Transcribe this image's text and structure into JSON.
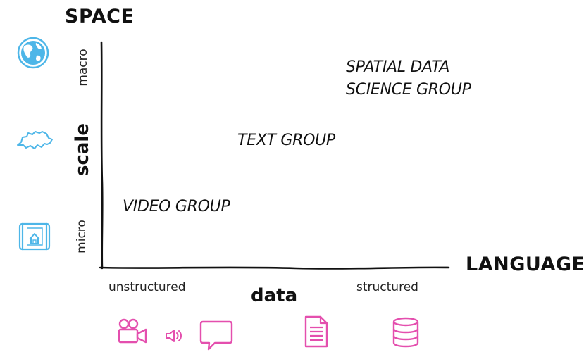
{
  "diagram": {
    "top_label": "SPACE",
    "right_label": "LANGUAGE",
    "y_axis": {
      "title": "scale",
      "low": "micro",
      "high": "macro"
    },
    "x_axis": {
      "title": "data",
      "low": "unstructured",
      "high": "structured"
    },
    "groups": [
      {
        "line1": "SPATIAL DATA",
        "line2": "SCIENCE GROUP"
      },
      {
        "line1": "TEXT GROUP"
      },
      {
        "line1": "VIDEO GROUP"
      }
    ],
    "icons": {
      "space": [
        "globe-icon",
        "country-map-icon",
        "house-plan-icon"
      ],
      "language": [
        "video-camera-icon",
        "speaker-icon",
        "speech-bubble-icon",
        "document-icon",
        "database-icon"
      ]
    },
    "colors": {
      "space_icons": "#4db6e8",
      "language_icons": "#e44fae",
      "text": "#111111"
    }
  }
}
